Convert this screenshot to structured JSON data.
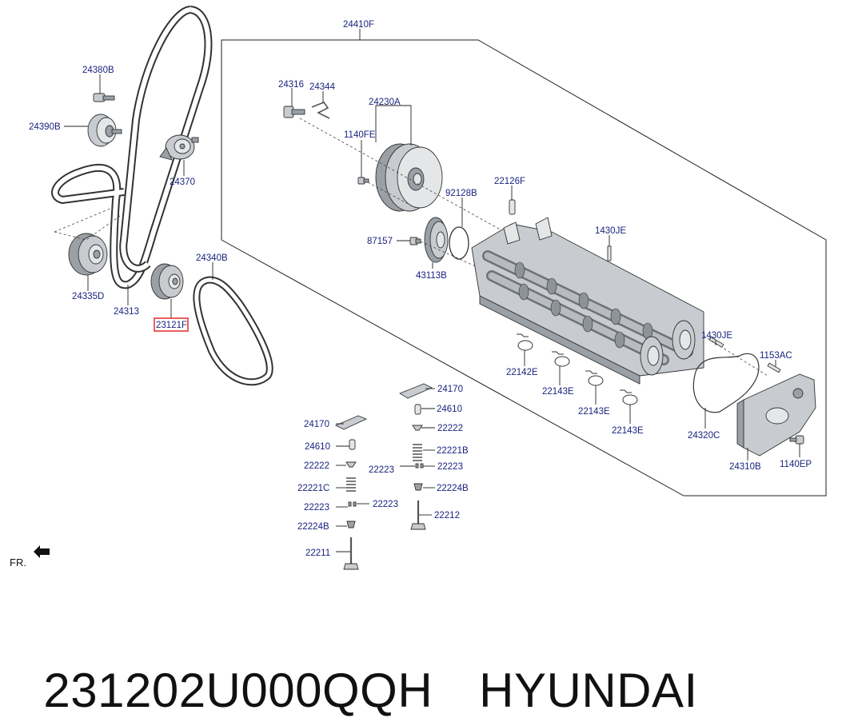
{
  "diagram": {
    "labels": {
      "l24410F": "24410F",
      "l24380B": "24380B",
      "l24390B": "24390B",
      "l24370": "24370",
      "l24335D": "24335D",
      "l24313": "24313",
      "l24340B": "24340B",
      "l23121F": "23121F",
      "l24316": "24316",
      "l24344": "24344",
      "l24230A": "24230A",
      "l1140FE": "1140FE",
      "l22126F": "22126F",
      "l92128B": "92128B",
      "l87157": "87157",
      "l43113B": "43113B",
      "l1430JE_a": "1430JE",
      "l1430JE_b": "1430JE",
      "l1153AC": "1153AC",
      "l22142E": "22142E",
      "l22143E_a": "22143E",
      "l22143E_b": "22143E",
      "l22143E_c": "22143E",
      "l24320C": "24320C",
      "l24310B": "24310B",
      "l1140EP": "1140EP",
      "l24170_r": "24170",
      "l24610_r": "24610",
      "l22222_r": "22222",
      "l22221B": "22221B",
      "l22223_r1": "22223",
      "l22223_r2": "22223",
      "l22224B_r": "22224B",
      "l22212": "22212",
      "l24170_l": "24170",
      "l24610_l": "24610",
      "l22222_l": "22222",
      "l22221C": "22221C",
      "l22223_l1": "22223",
      "l22223_l2": "22223",
      "l22224B_l": "22224B",
      "l22211": "22211",
      "fr": "FR."
    },
    "highlight_color": "#e53935",
    "label_color": "#1a237e"
  },
  "caption": {
    "part_number": "231202U000QQH",
    "brand": "HYUNDAI"
  }
}
